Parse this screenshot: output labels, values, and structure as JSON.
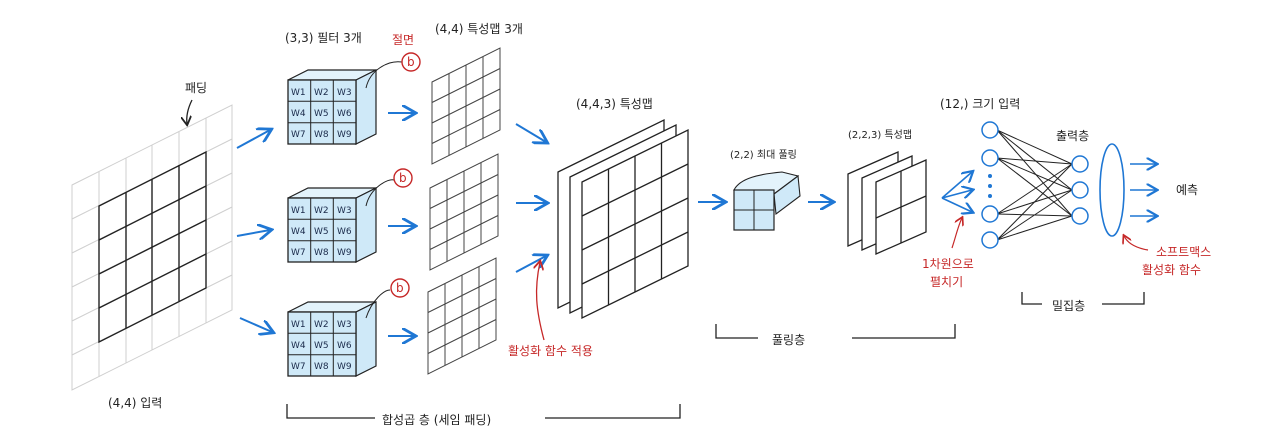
{
  "colors": {
    "arrow": "#1f77d4",
    "filter_fill": "#cfe9f8",
    "annotation": "#c62828",
    "ink": "#222222"
  },
  "input": {
    "top_label": "패딩",
    "bottom_label": "(4,4) 입력"
  },
  "filters": {
    "title": "(3,3) 필터 3개",
    "cross_section": "절면",
    "bias": "b",
    "weights": [
      [
        "W1",
        "W2",
        "W3"
      ],
      [
        "W4",
        "W5",
        "W6"
      ],
      [
        "W7",
        "W8",
        "W9"
      ]
    ]
  },
  "feature_maps_3": {
    "title": "(4,4) 특성맵 3개"
  },
  "stacked_map": {
    "title": "(4,4,3) 특성맵"
  },
  "activation_note": "활성화 함수 적용",
  "conv_layer": {
    "label": "합성곱 층 (세임 패딩)"
  },
  "pooling": {
    "title": "(2,2) 최대 풀링",
    "map_title": "(2,2,3) 특성맵",
    "layer_label": "풀링층"
  },
  "dense": {
    "input_title": "(12,) 크기 입력",
    "flatten_note": [
      "1차원으로",
      "펼치기"
    ],
    "output_title": "출력층",
    "softmax_note": [
      "소프트맥스",
      "활성화 함수"
    ],
    "prediction": "예측",
    "layer_label": "밀집층"
  }
}
